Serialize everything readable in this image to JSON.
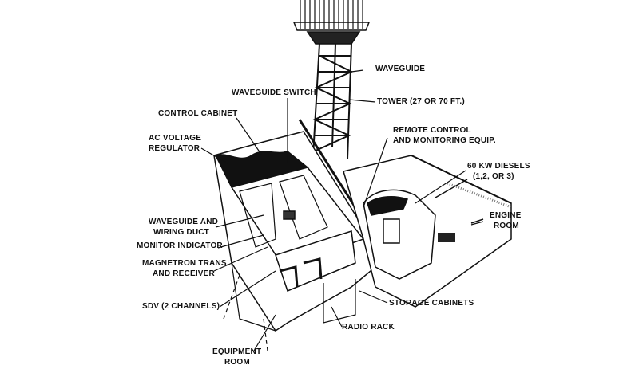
{
  "labels": {
    "waveguide": "WAVEGUIDE",
    "tower": "TOWER (27 OR 70 FT.)",
    "waveguide_switch": "WAVEGUIDE SWITCH",
    "control_cabinet": "CONTROL CABINET",
    "ac_voltage_1": "AC VOLTAGE",
    "ac_voltage_2": "REGULATOR",
    "remote_1": "REMOTE CONTROL",
    "remote_2": "AND MONITORING EQUIP.",
    "diesels_1": "60 KW DIESELS",
    "diesels_2": "(1,2, OR 3)",
    "engine_1": "ENGINE",
    "engine_2": "ROOM",
    "duct_1": "WAVEGUIDE AND",
    "duct_2": "WIRING DUCT",
    "monitor": "MONITOR INDICATOR",
    "magnetron_1": "MAGNETRON TRANS.",
    "magnetron_2": "AND RECEIVER",
    "sdv": "SDV (2 CHANNELS)",
    "storage": "STORAGE CABINETS",
    "radio_rack": "RADIO RACK",
    "equipment_1": "EQUIPMENT",
    "equipment_2": "ROOM"
  }
}
